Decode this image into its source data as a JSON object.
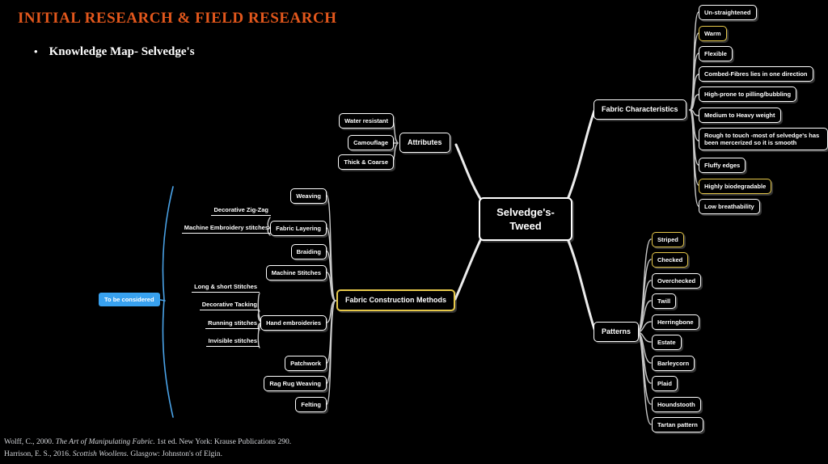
{
  "slide": {
    "title": "INITIAL RESEARCH & FIELD RESEARCH",
    "bullet": "•",
    "subtitle": "Knowledge Map- Selvedge's"
  },
  "center_node": {
    "line1": "Selvedge's-",
    "line2": "Tweed"
  },
  "attributes": {
    "label": "Attributes",
    "items": [
      "Water resistant",
      "Camouflage",
      "Thick & Coarse"
    ]
  },
  "fabric_characteristics": {
    "label": "Fabric Characteristics",
    "items": [
      "Un-straightened",
      "Warm",
      "Flexible",
      "Combed-Fibres lies in one direction",
      "High-prone to pilling/bubbling",
      "Medium to Heavy weight",
      "Rough to touch -most of selvedge's has been mercerized so it is smooth",
      "Fluffy edges",
      "Highly biodegradable",
      "Low breathability"
    ]
  },
  "construction": {
    "label": "Fabric Construction Methods",
    "items": [
      "Weaving",
      "Fabric Layering",
      "Braiding",
      "Machine Stitches",
      "Hand embroideries",
      "Patchwork",
      "Rag Rug Weaving",
      "Felting"
    ],
    "fabric_layering_subs": [
      "Decorative Zig-Zag",
      "Machine Embroidery stitches"
    ],
    "hand_embroidery_subs": [
      "Long & short Stitches",
      "Decorative Tacking",
      "Running stitches",
      "Invisible stitches"
    ],
    "note": "To be considered"
  },
  "patterns": {
    "label": "Patterns",
    "items": [
      "Striped",
      "Checked",
      "Overchecked",
      "Twill",
      "Herringbone",
      "Estate",
      "Barleycorn",
      "Plaid",
      "Houndstooth",
      "Tartan pattern"
    ]
  },
  "citations": {
    "line1": {
      "prefix": "Wolff, C., 2000. ",
      "italic": "The Art of Manipulating Fabric.",
      "suffix": " 1st ed. New York: Krause Publications 290."
    },
    "line2": {
      "prefix": "Harrison, E. S., 2016. ",
      "italic": "Scottish Woollens.",
      "suffix": " Glasgow: Johnston's of Elgin."
    }
  },
  "colors": {
    "title_orange": "#e2571c",
    "highlight_yellow": "#e6c84a",
    "note_blue": "#38a1ef"
  }
}
